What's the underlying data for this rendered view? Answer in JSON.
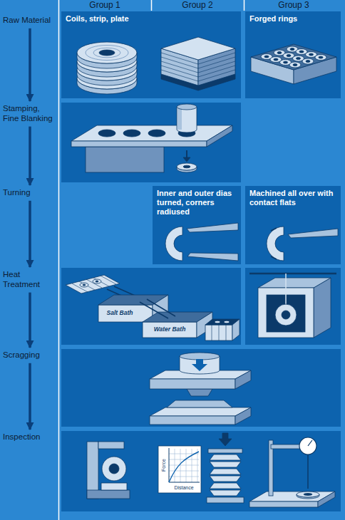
{
  "diagram": {
    "nodes": [
      {
        "text": [
          "Raw Material"
        ]
      },
      {
        "text": [
          "Coils, strip, plate"
        ]
      },
      {
        "text": [
          "Forged rings"
        ]
      },
      {
        "text": [
          "Stamping, Fine Blanking"
        ]
      },
      {
        "text": [
          "Turning"
        ]
      },
      {
        "text": [
          "Inner and outer dias turned, corners radiused"
        ]
      },
      {
        "text": [
          "Machined all over with contact flats"
        ]
      },
      {
        "text": [
          "Heat Treatment"
        ]
      },
      {
        "text": [
          "Scragging"
        ]
      },
      {
        "text": [
          "Inspection"
        ]
      }
    ],
    "edges": [
      {
        "from": 0,
        "to": 3,
        "arrow": "to"
      },
      {
        "from": 3,
        "to": 4,
        "arrow": "to"
      },
      {
        "from": 4,
        "to": 7,
        "arrow": "to"
      },
      {
        "from": 7,
        "to": 8,
        "arrow": "to"
      },
      {
        "from": 8,
        "to": 9,
        "arrow": "to"
      }
    ],
    "labels": [
      "Group 1",
      "Group 2",
      "Group 3",
      "Salt Bath",
      "Water Bath",
      "Force",
      "Distance"
    ]
  }
}
